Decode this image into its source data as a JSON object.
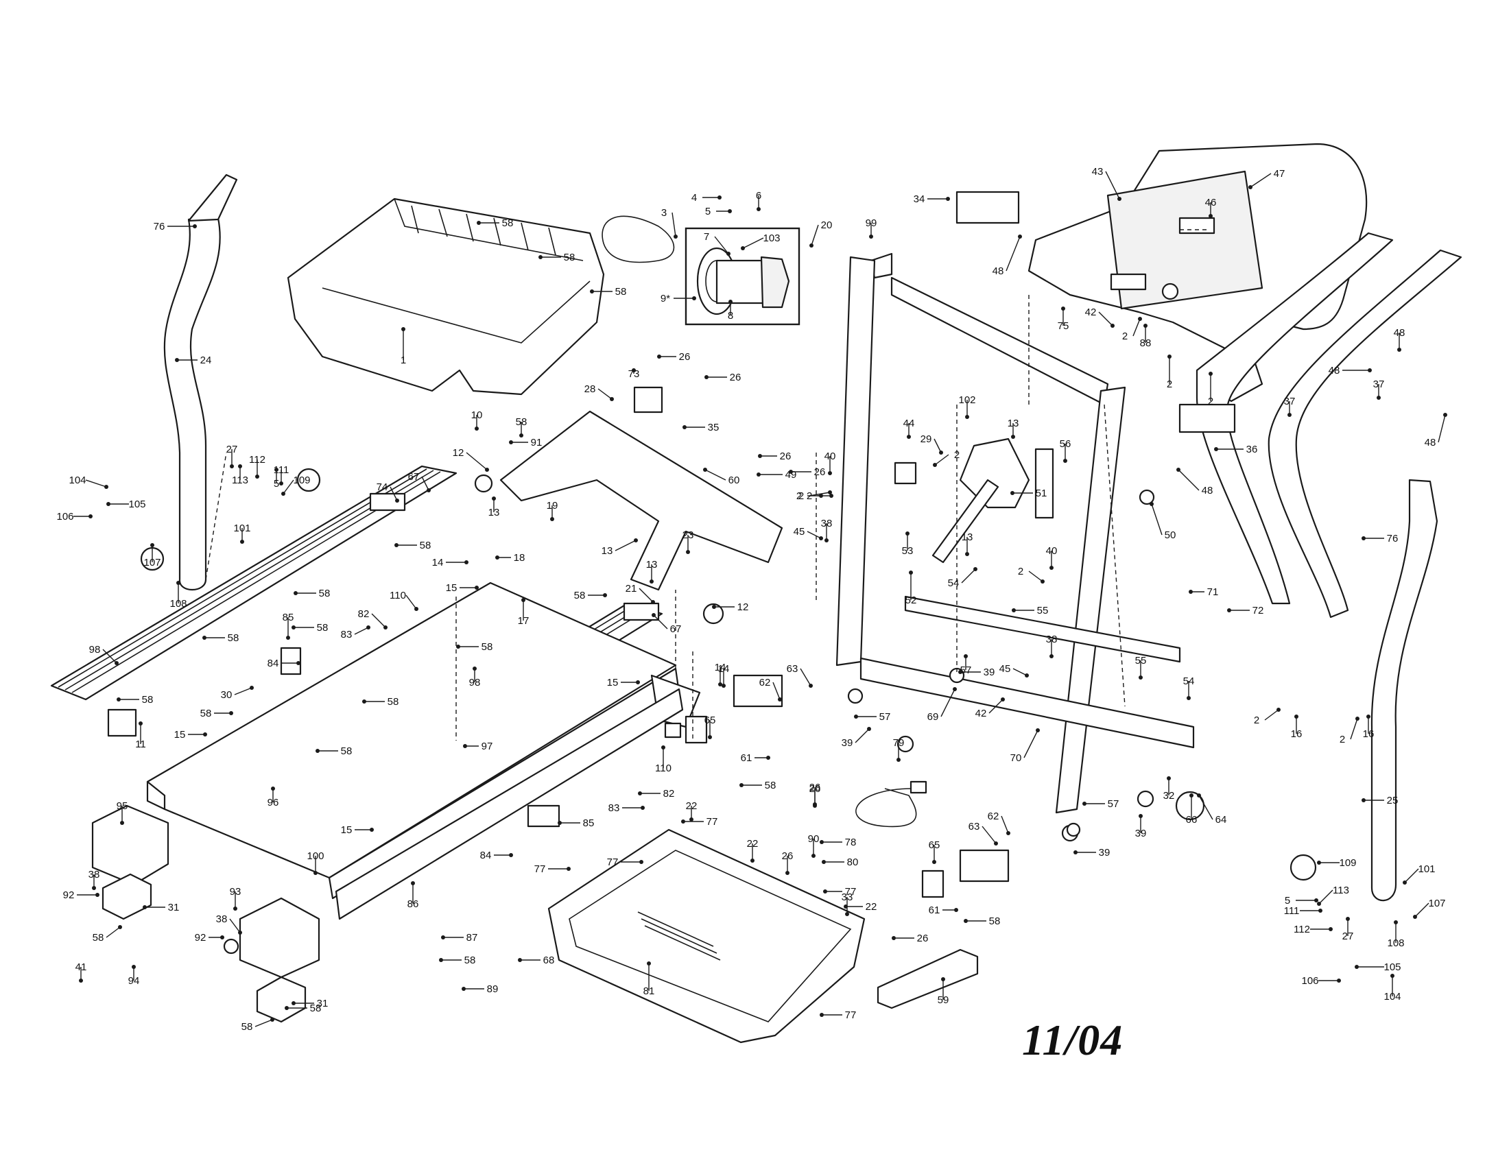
{
  "diagram": {
    "date_stamp": "11/04",
    "callouts": [
      "1",
      "2",
      "3",
      "4",
      "5",
      "6",
      "7",
      "8",
      "9*",
      "10",
      "11",
      "12",
      "13",
      "14",
      "15",
      "16",
      "17",
      "18",
      "19",
      "20",
      "21",
      "22",
      "23",
      "24",
      "25",
      "26",
      "27",
      "28",
      "29",
      "30",
      "31",
      "32",
      "33",
      "34",
      "35",
      "36",
      "37",
      "38",
      "39",
      "40",
      "41",
      "42",
      "43",
      "44",
      "45",
      "46",
      "47",
      "48",
      "49",
      "50",
      "51",
      "52",
      "53",
      "54",
      "55",
      "56",
      "57",
      "58",
      "59",
      "60",
      "61",
      "62",
      "63",
      "64",
      "65",
      "66",
      "67",
      "68",
      "69",
      "70",
      "71",
      "72",
      "73",
      "74",
      "75",
      "76",
      "77",
      "78",
      "79",
      "80",
      "81",
      "82",
      "83",
      "84",
      "85",
      "86",
      "87",
      "88",
      "89",
      "90",
      "91",
      "92",
      "93",
      "94",
      "95",
      "96",
      "97",
      "98",
      "99",
      "100",
      "101",
      "102",
      "103",
      "104",
      "105",
      "106",
      "107",
      "108",
      "109",
      "110",
      "111",
      "112",
      "113"
    ]
  }
}
